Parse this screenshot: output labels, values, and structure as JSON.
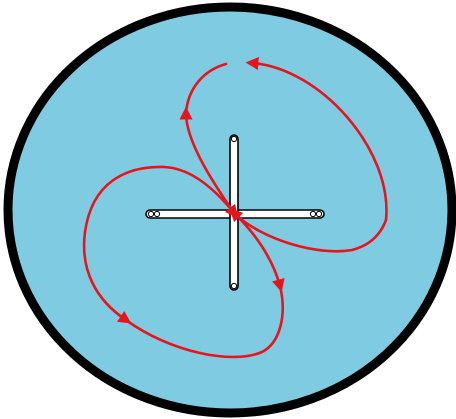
{
  "diagram": {
    "colors": {
      "background": "#ffffff",
      "disc_fill": "#7fcbe2",
      "disc_border": "#000000",
      "rod_fill": "#ffffff",
      "rod_outline": "#000000",
      "loop_color": "#e8141b"
    },
    "elements": {
      "disc": "circular-disc",
      "horizontal_rod": "horizontal-rod",
      "vertical_rod": "vertical-rod",
      "upper_loop": "upper-right-loop",
      "lower_loop": "lower-left-loop"
    },
    "icons": [
      "arrowhead-icon"
    ]
  }
}
